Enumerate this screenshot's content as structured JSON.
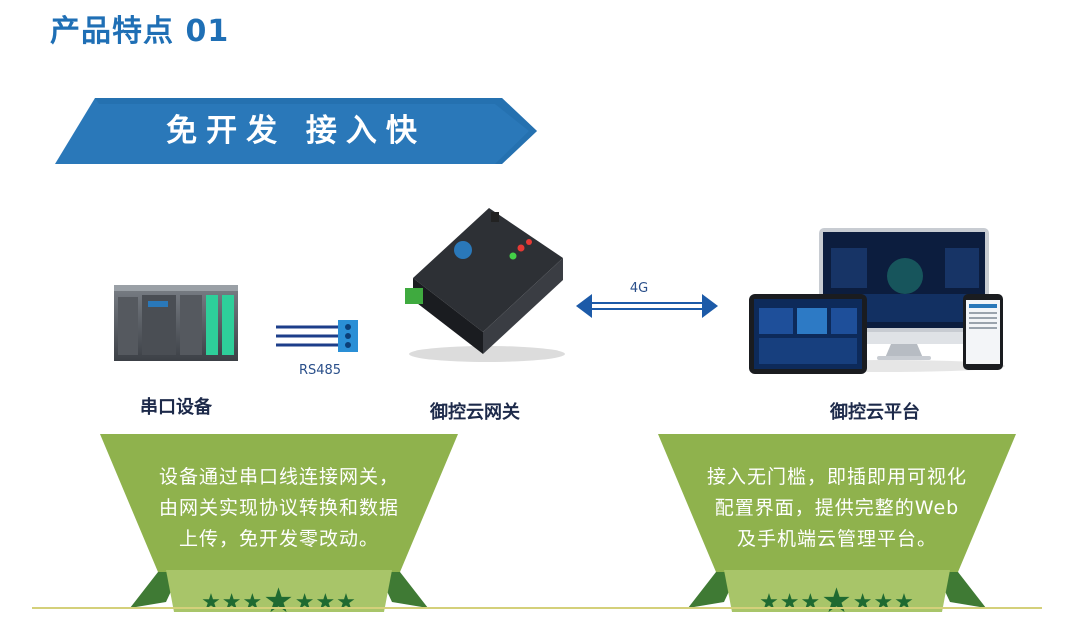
{
  "title": "产品特点 01",
  "banner": {
    "text": "免开发 接入快"
  },
  "left_device": {
    "label": "串口设备"
  },
  "connector": {
    "label": "RS485"
  },
  "gateway": {
    "label": "御控云网关"
  },
  "link": {
    "label": "4G"
  },
  "platform": {
    "label": "御控云平台"
  },
  "desc_left": {
    "lines": [
      "设备通过串口线连接网关，",
      "由网关实现协议转换和数据",
      "上传，免开发零改动。"
    ]
  },
  "desc_right": {
    "lines": [
      "接入无门槛，即插即用可视化",
      "配置界面，提供完整的Web",
      "及手机端云管理平台。"
    ]
  },
  "stars": {
    "small_left": "★★★",
    "big": "★",
    "small_right": "★★★"
  },
  "colors": {
    "title": "#1f6fb5",
    "banner": "#2a78b9",
    "arrow": "#1c5aa8",
    "ribbon": "#8fb24d",
    "ribbon_dark": "#4f8a3a",
    "star": "#1f6a31"
  }
}
